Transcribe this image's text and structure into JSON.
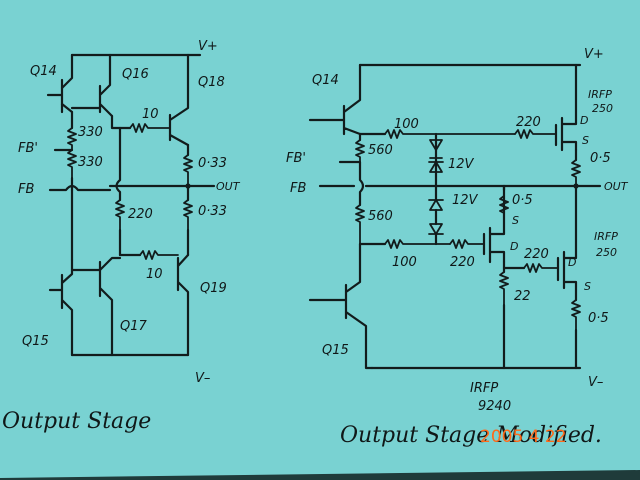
{
  "left": {
    "vplus": "V+",
    "vminus": "V–",
    "q14": "Q14",
    "q16": "Q16",
    "q18": "Q18",
    "q15": "Q15",
    "q17": "Q17",
    "q19": "Q19",
    "fb1": "FB'",
    "fb": "FB",
    "out": "OUT",
    "r330a": "330",
    "r330b": "330",
    "r10a": "10",
    "r033a": "0·33",
    "r033b": "0·33",
    "r220": "220",
    "r10b": "10",
    "title": "Output Stage"
  },
  "right": {
    "vplus": "V+",
    "vminus": "V–",
    "q14": "Q14",
    "q15": "Q15",
    "fb1": "FB'",
    "fb": "FB",
    "out": "OUT",
    "r100a": "100",
    "r220a": "220",
    "irfp_top": "IRFP",
    "irfp_top_num": "250",
    "d_top": "D",
    "s_top": "S",
    "r05a": "0·5",
    "r560a": "560",
    "z12a": "12V",
    "z12b": "12V",
    "r560b": "560",
    "r05b": "0·5",
    "s_mid": "S",
    "d_mid": "D",
    "r100b": "100",
    "r220b": "220",
    "r220c": "220",
    "r22": "22",
    "irfp_bot": "IRFP",
    "irfp_bot_num": "250",
    "d_bot": "D",
    "s_bot": "S",
    "r05c": "0·5",
    "irfp9240": "IRFP",
    "irfp9240_num": "9240",
    "title": "Output Stage Modified."
  },
  "stamp": "2005  4  22"
}
